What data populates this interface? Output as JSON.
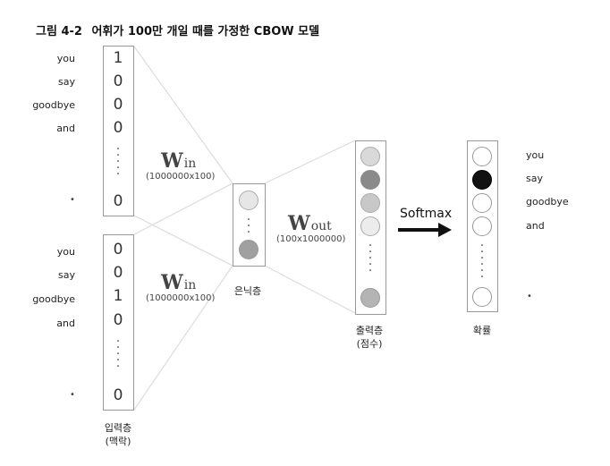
{
  "title": {
    "figure": "그림 4-2",
    "caption": "어휘가 100만 개일 때를 가정한 CBOW 모델"
  },
  "input_words": [
    "you",
    "say",
    "goodbye",
    "and"
  ],
  "input1_values": [
    "1",
    "0",
    "0",
    "0"
  ],
  "input1_last": "0",
  "input2_values": [
    "0",
    "0",
    "1",
    "0"
  ],
  "input2_last": "0",
  "w_in": {
    "name": "W",
    "sub": "in",
    "dims": "(1000000x100)"
  },
  "w_out": {
    "name": "W",
    "sub": "out",
    "dims": "(100x1000000)"
  },
  "hidden_label": "은닉층",
  "output_label": "출력층",
  "output_sub": "(점수)",
  "input_label": "입력층",
  "input_sub": "(맥락)",
  "softmax_label": "Softmax",
  "prob_label": "확률",
  "output_words": [
    "you",
    "say",
    "goodbye",
    "and"
  ]
}
